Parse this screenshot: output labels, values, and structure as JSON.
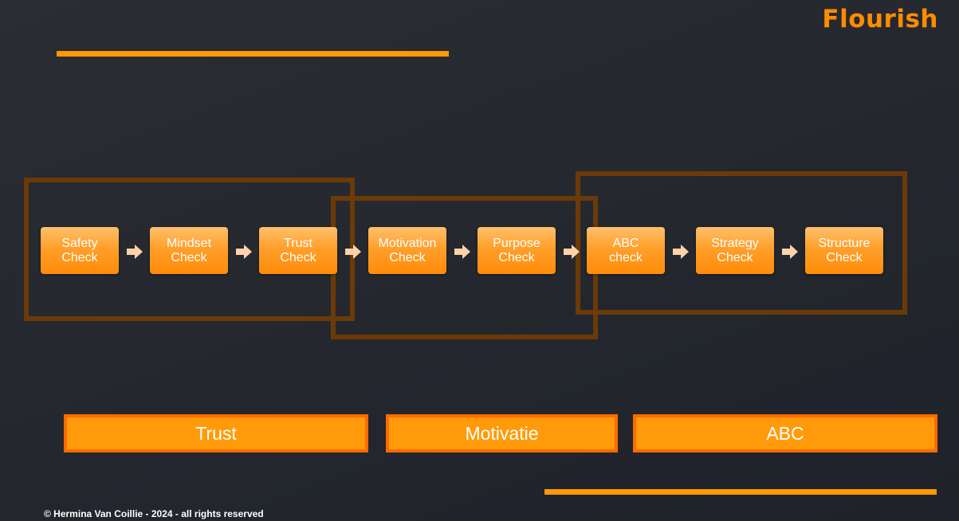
{
  "brand": {
    "logo_text": "Flourish",
    "accent_color": "#ff9a00",
    "frame_color": "#6b3a06"
  },
  "steps": [
    {
      "label": "Safety\nCheck"
    },
    {
      "label": "Mindset\nCheck"
    },
    {
      "label": "Trust\nCheck"
    },
    {
      "label": "Motivation\nCheck"
    },
    {
      "label": "Purpose\nCheck"
    },
    {
      "label": "ABC\ncheck"
    },
    {
      "label": "Strategy\nCheck"
    },
    {
      "label": "Structure\nCheck"
    }
  ],
  "groups": [
    {
      "label": "Trust"
    },
    {
      "label": "Motivatie"
    },
    {
      "label": "ABC"
    }
  ],
  "footer": {
    "copyright": "© Hermina Van Coillie - 2024 - all rights reserved"
  }
}
